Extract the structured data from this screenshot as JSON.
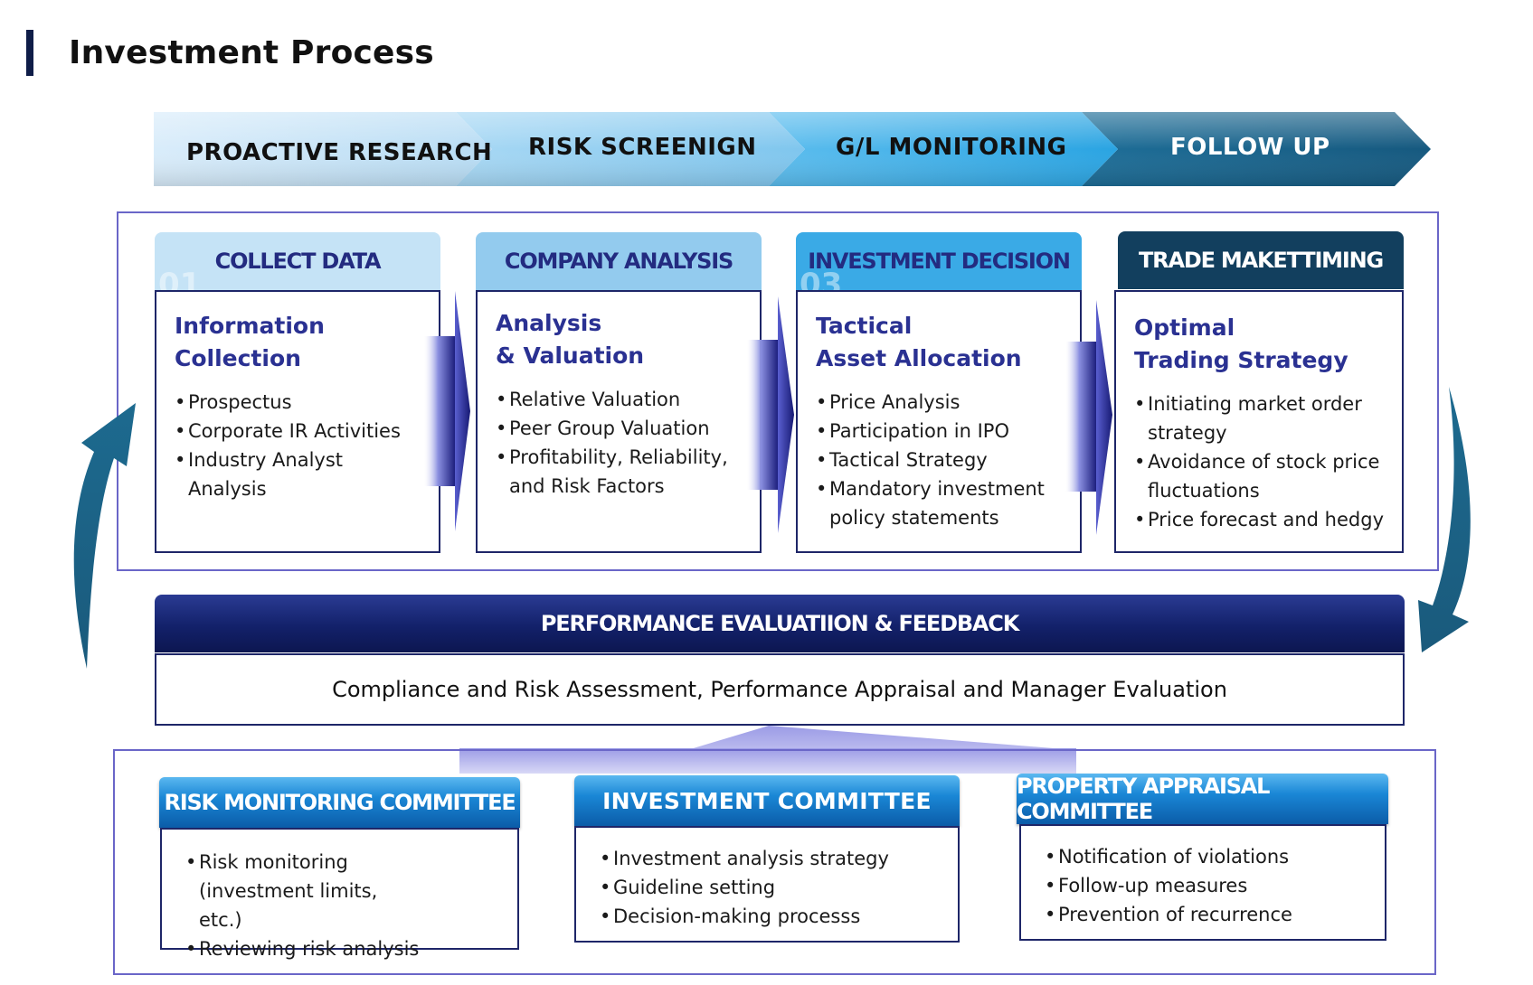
{
  "page": {
    "title": "Investment Process"
  },
  "phases": [
    {
      "label": "PROACTIVE RESEARCH",
      "text_color": "#111111"
    },
    {
      "label": "RISK SCREENIGN",
      "text_color": "#111111"
    },
    {
      "label": "G/L MONITORING",
      "text_color": "#111111"
    },
    {
      "label": "FOLLOW UP",
      "text_color": "#ffffff"
    }
  ],
  "steps": [
    {
      "header": "COLLECT DATA",
      "number": "01",
      "subtitle": "Information\nCollection",
      "items": [
        "Prospectus",
        "Corporate IR Activities",
        "Industry Analyst Analysis"
      ],
      "header_bg": "#c5e3f6",
      "header_color": "#232b80"
    },
    {
      "header": "COMPANY ANALYSIS",
      "number": "",
      "subtitle": "Analysis\n& Valuation",
      "items": [
        "Relative Valuation",
        "Peer Group Valuation",
        "Profitability, Reliability, and Risk Factors"
      ],
      "header_bg": "#93cbee",
      "header_color": "#232b80"
    },
    {
      "header": "INVESTMENT DECISION",
      "number": "03",
      "subtitle": "Tactical\nAsset Allocation",
      "items": [
        "Price Analysis",
        "Participation in IPO",
        "Tactical Strategy",
        "Mandatory investment policy statements"
      ],
      "header_bg": "#3aaae6",
      "header_color": "#232b80"
    },
    {
      "header": "TRADE MAKETTIMING",
      "number": "",
      "subtitle": "Optimal\nTrading Strategy",
      "items": [
        "Initiating market order strategy",
        "Avoidance of stock price fluctuations",
        "Price forecast and hedgy"
      ],
      "header_bg": "#123f5e",
      "header_color": "#ffffff"
    }
  ],
  "performance": {
    "header": "PERFORMANCE EVALUATIION & FEEDBACK",
    "description": "Compliance and Risk Assessment, Performance Appraisal and Manager Evaluation"
  },
  "committees": [
    {
      "header": "RISK MONITORING COMMITTEE",
      "items": [
        "Risk monitoring (investment limits, etc.)",
        "Reviewing risk analysis"
      ]
    },
    {
      "header": "INVESTMENT COMMITTEE",
      "items": [
        "Investment analysis strategy",
        "Guideline setting",
        "Decision-making processs"
      ]
    },
    {
      "header": "PROPERTY APPRAISAL COMMITTEE",
      "items": [
        "Notification of violations",
        "Follow-up measures",
        "Prevention of recurrence"
      ]
    }
  ],
  "icons": {
    "step_connector": "chevron-right-arrow-icon",
    "cycle_arrow_up": "curved-arrow-up-icon",
    "cycle_arrow_down": "curved-arrow-down-icon"
  },
  "colors": {
    "navy": "#1e2668",
    "frame": "#6a66c8",
    "cycle_arrow": "#1b5f82"
  }
}
